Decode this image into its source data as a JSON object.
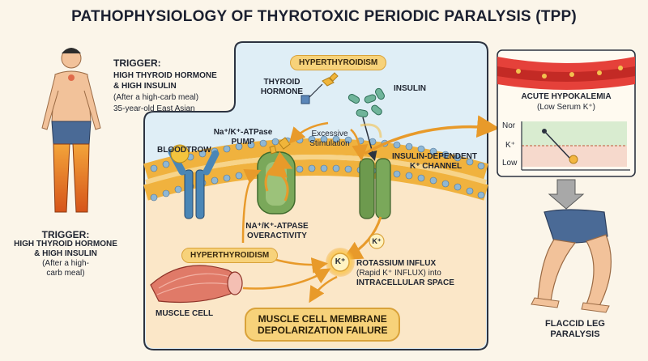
{
  "title": "PATHOPHYSIOLOGY OF THYROTOXIC PERIODIC PARALYSIS (TPP)",
  "patient": {
    "trigger_heading": "TRIGGER:",
    "trigger_line1": "HIGH THYROID HORMONE",
    "trigger_line2": "& HIGH INSULIN",
    "meal_note": "(After a high-carb meal)",
    "demographic": "35-year-old East Asian"
  },
  "left_trigger": {
    "heading": "TRIGGER:",
    "line1": "HIGH THYROID HORMONE",
    "line2": "& HIGH INSULIN",
    "line3": "(After a high-",
    "line4": "carb meal)"
  },
  "cell": {
    "hyperthyroidism_top": "HYPERTHYROIDISM",
    "thyroid_hormone_line1": "THYROID",
    "thyroid_hormone_line2": "HORMONE",
    "insulin": "INSULIN",
    "pump_line1": "Na⁺/K⁺-ATPase",
    "pump_line2": "PUMP",
    "excessive_line1": "Excessive",
    "excessive_line2": "Stimulation",
    "bloodstream": "BLOODTROW",
    "channel_line1": "INSULIN-DEPENDENT",
    "channel_line2": "K⁺ CHANNEL",
    "overactivity_line1": "NA⁺/K⁺-ATPASE",
    "overactivity_line2": "OVERACTIVITY",
    "hyperthyroidism_mid": "HYPERTHYROIDISM",
    "k_ion_small": "K⁺",
    "k_ion_big": "K⁺",
    "influx_line1": "ROTASSIUM INFLUX",
    "influx_line2": "(Rapid K⁺ INFLUX) into",
    "influx_line3": "INTRACELLULAR SPACE",
    "muscle_cell": "MUSCLE CELL",
    "failure_line1": "MUSCLE CELL MEMBRANE",
    "failure_line2": "DEPOLARIZATION FAILURE"
  },
  "hypokalemia": {
    "heading": "ACUTE HYPOKALEMIA",
    "subheading": "(Low Serum K⁺)",
    "label_nor": "Nor",
    "label_k": "K⁺",
    "label_low": "Low"
  },
  "paralysis": {
    "line1": "FLACCID LEG",
    "line2": "PARALYSIS"
  },
  "colors": {
    "background": "#fbf5e9",
    "pill": "#f7d27a",
    "membrane": "#f0b23e",
    "pump_green": "#7aa85a",
    "arrow_orange": "#e89a2a",
    "normal_band": "#d9ecd0",
    "low_band": "#f6d9cc"
  }
}
